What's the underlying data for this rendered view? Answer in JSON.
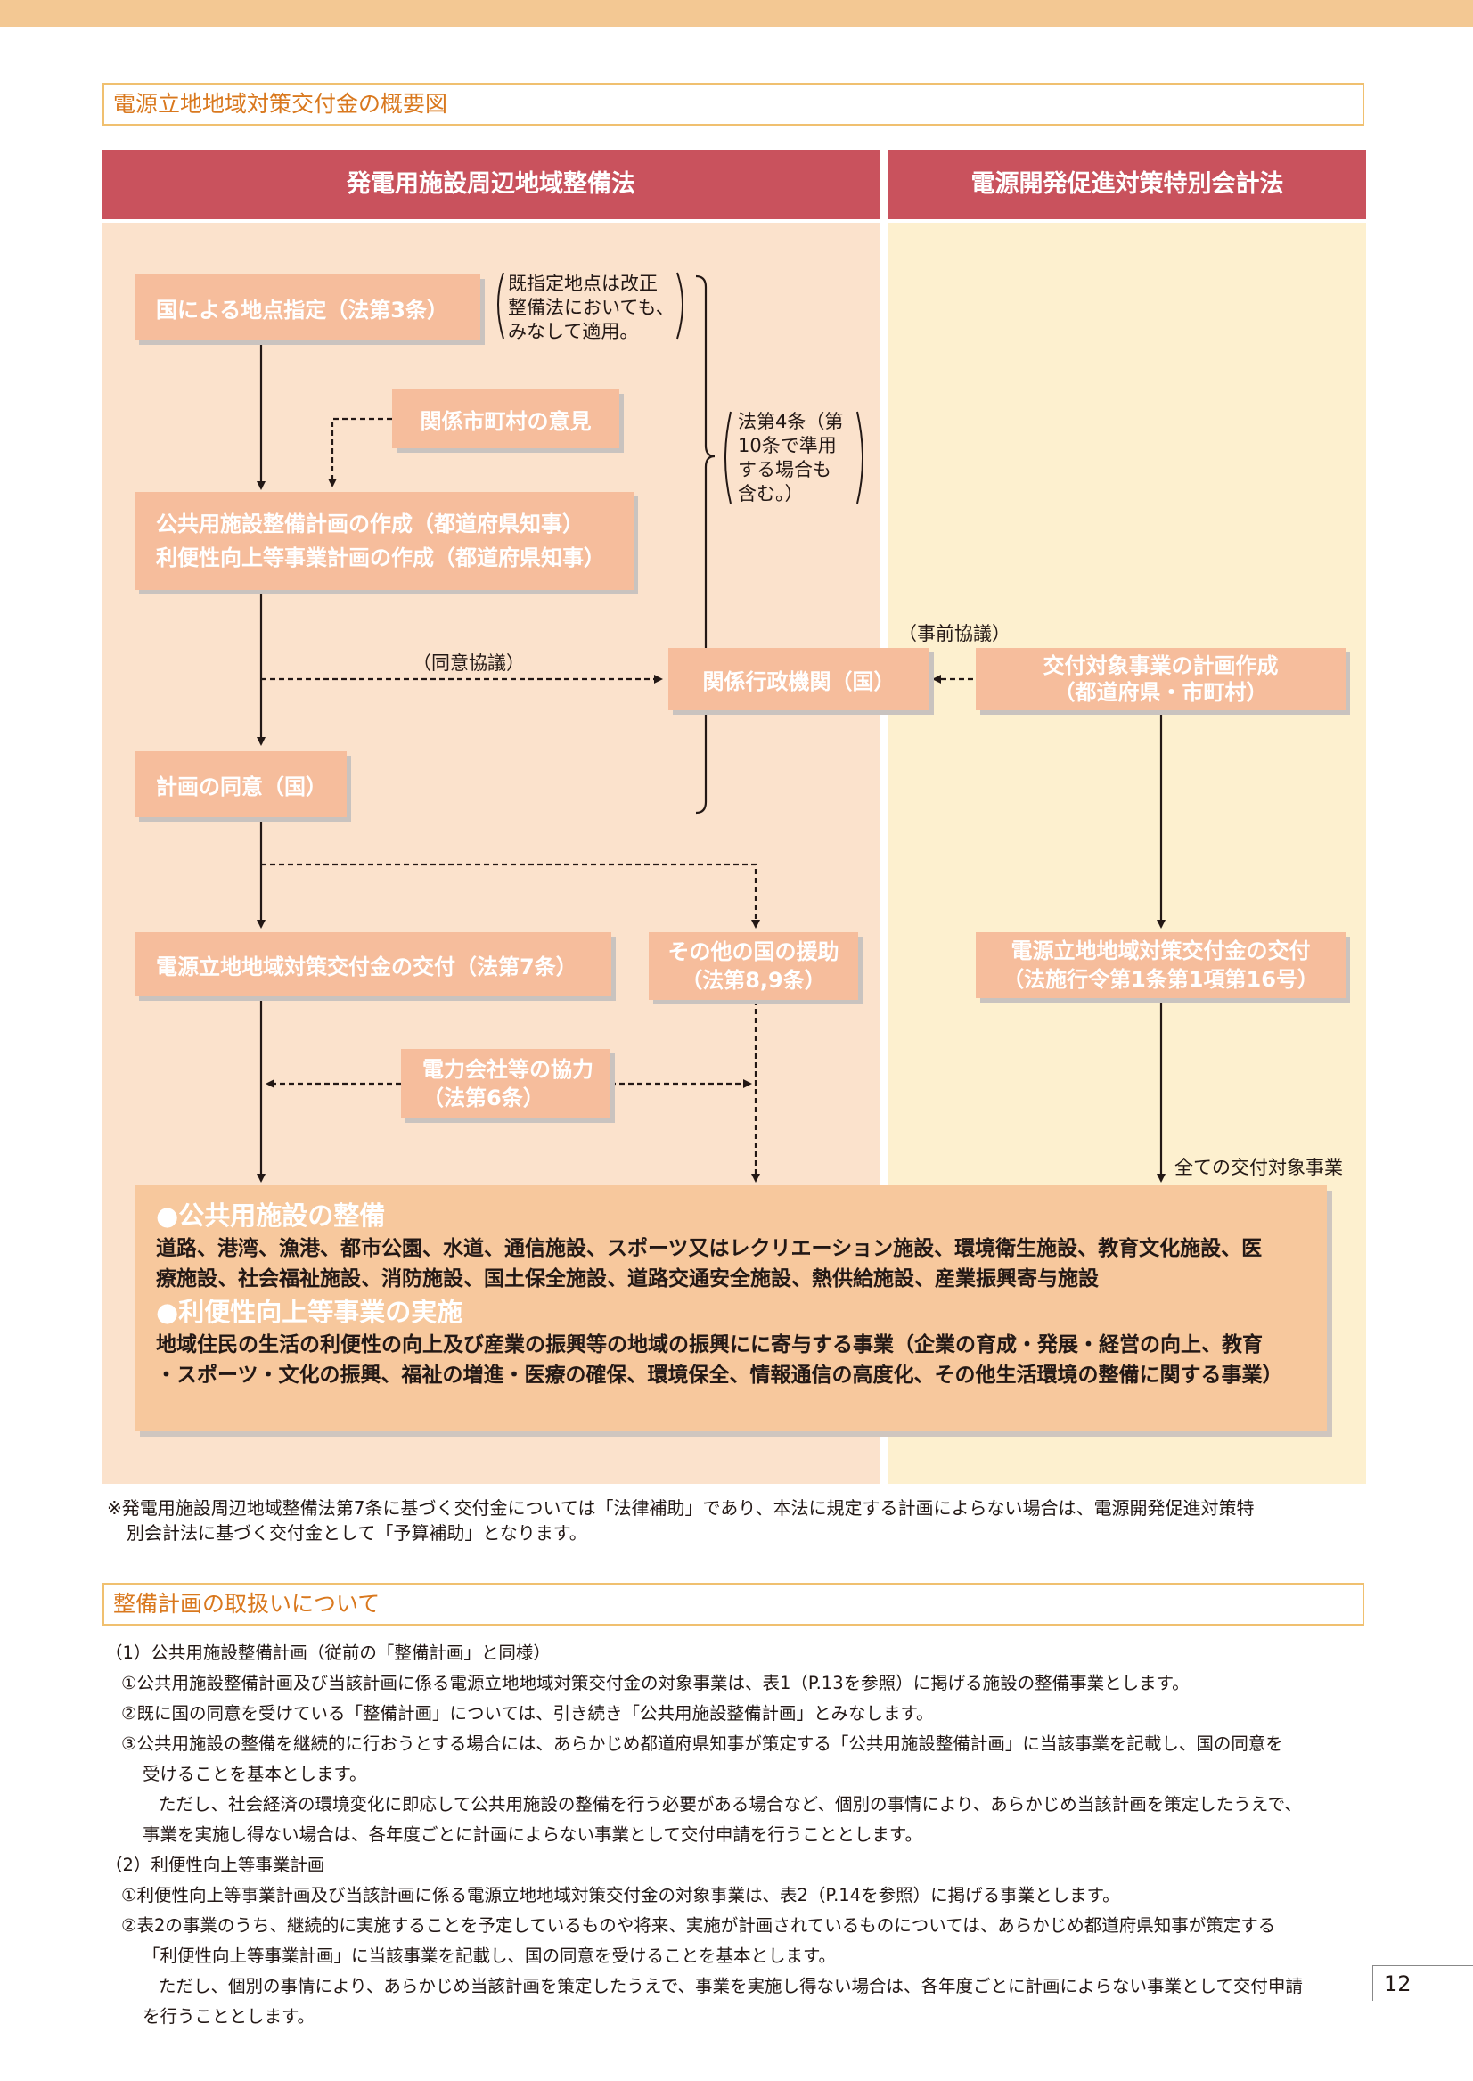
{
  "section1_title": "電源立地地域対策交付金の概要図",
  "col_left_title": "発電用施設周辺地域整備法",
  "col_right_title": "電源開発促進対策特別会計法",
  "boxes": {
    "designation": "国による地点指定（法第3条）",
    "municipal_opinion": "関係市町村の意見",
    "plan_line1": "公共用施設整備計画の作成（都道府県知事）",
    "plan_line2": "利便性向上等事業計画の作成（都道府県知事）",
    "agencies": "関係行政機関（国）",
    "plan_creation_line1": "交付対象事業の計画作成",
    "plan_creation_line2": "（都道府県・市町村）",
    "consent": "計画の同意（国）",
    "grant_left": "電源立地地域対策交付金の交付（法第7条）",
    "other_aid_line1": "その他の国の援助",
    "other_aid_line2": "（法第8,9条）",
    "grant_right_line1": "電源立地地域対策交付金の交付",
    "grant_right_line2": "（法施行令第1条第1項第16号）",
    "cooperation_line1": "電力会社等の協力",
    "cooperation_line2": "（法第6条）"
  },
  "notes": {
    "existing_line1": "既指定地点は改正",
    "existing_line2": "整備法においても、",
    "existing_line3": "みなして適用。",
    "art4_line1": "法第4条（第",
    "art4_line2": "10条で準用",
    "art4_line3": "する場合も",
    "art4_line4": "含む。）"
  },
  "labels": {
    "consent_consult": "（同意協議）",
    "prior_consult": "（事前協議）",
    "all_projects": "全ての交付対象事業"
  },
  "bigbox": {
    "h1": "●公共用施設の整備",
    "t1a": "道路、港湾、漁港、都市公園、水道、通信施設、スポーツ又はレクリエーション施設、環境衛生施設、教育文化施設、医",
    "t1b": "療施設、社会福祉施設、消防施設、国土保全施設、道路交通安全施設、熱供給施設、産業振興寄与施設",
    "h2": "●利便性向上等事業の実施",
    "t2a": "地域住民の生活の利便性の向上及び産業の振興等の地域の振興にに寄与する事業（企業の育成・発展・経営の向上、教育",
    "t2b": "・スポーツ・文化の振興、福祉の増進・医療の確保、環境保全、情報通信の高度化、その他生活環境の整備に関する事業）"
  },
  "footnote_line1": "※発電用施設周辺地域整備法第7条に基づく交付金については「法律補助」であり、本法に規定する計画によらない場合は、電源開発促進対策特",
  "footnote_line2": "別会計法に基づく交付金として「予算補助」となります。",
  "section2_title": "整備計画の取扱いについて",
  "body": {
    "h1": "（1）公共用施設整備計画（従前の「整備計画」と同様）",
    "p1": "①公共用施設整備計画及び当該計画に係る電源立地地域対策交付金の対象事業は、表1（P.13を参照）に掲げる施設の整備事業とします。",
    "p2": "②既に国の同意を受けている「整備計画」については、引き続き「公共用施設整備計画」とみなします。",
    "p3a": "③公共用施設の整備を継続的に行おうとする場合には、あらかじめ都道府県知事が策定する「公共用施設整備計画」に当該事業を記載し、国の同意を",
    "p3b": "受けることを基本とします。",
    "p3c": "ただし、社会経済の環境変化に即応して公共用施設の整備を行う必要がある場合など、個別の事情により、あらかじめ当該計画を策定したうえで、",
    "p3d": "事業を実施し得ない場合は、各年度ごとに計画によらない事業として交付申請を行うこととします。",
    "h2": "（2）利便性向上等事業計画",
    "q1": "①利便性向上等事業計画及び当該計画に係る電源立地地域対策交付金の対象事業は、表2（P.14を参照）に掲げる事業とします。",
    "q2a": "②表2の事業のうち、継続的に実施することを予定しているものや将来、実施が計画されているものについては、あらかじめ都道府県知事が策定する",
    "q2b": "「利便性向上等事業計画」に当該事業を記載し、国の同意を受けることを基本とします。",
    "q2c": "ただし、個別の事情により、あらかじめ当該計画を策定したうえで、事業を実施し得ない場合は、各年度ごとに計画によらない事業として交付申請",
    "q2d": "を行うこととします。"
  },
  "page_number": "12"
}
